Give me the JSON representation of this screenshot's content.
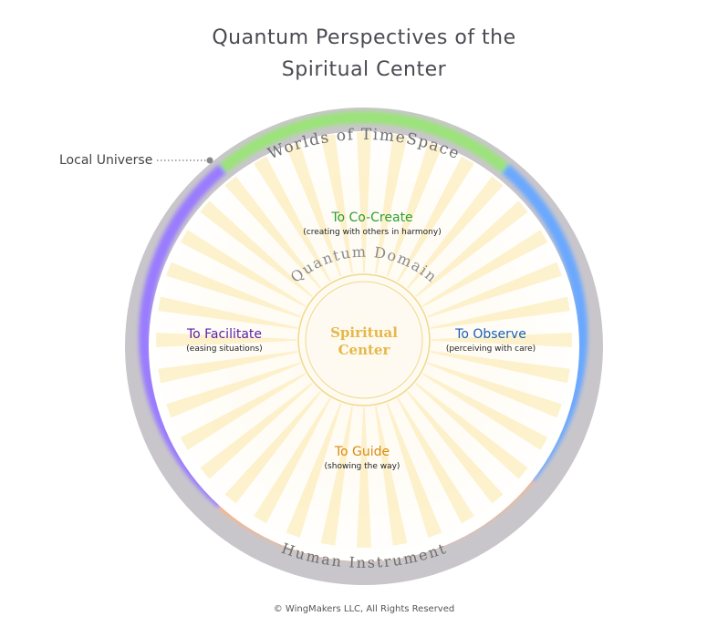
{
  "title": {
    "line1": "Quantum Perspectives of the",
    "line2": "Spiritual Center"
  },
  "callout": {
    "local_universe": "Local Universe"
  },
  "ring_labels": {
    "worlds": "Worlds of TimeSpace",
    "human": "Human Instrument",
    "quantum": "Quantum Domain"
  },
  "center": {
    "line1": "Spiritual",
    "line2": "Center"
  },
  "perspectives": {
    "co_create": {
      "title": "To  Co-Create",
      "desc": "(creating with others in harmony)"
    },
    "facilitate": {
      "title": "To Facilitate",
      "desc": "(easing situations)"
    },
    "observe": {
      "title": "To Observe",
      "desc": "(perceiving with care)"
    },
    "guide": {
      "title": "To Guide",
      "desc": "(showing the way)"
    }
  },
  "footer": "© WingMakers LLC, All Rights Reserved",
  "colors": {
    "outer_ring": "#c9c6cb",
    "green": "#2e9e2e",
    "blue": "#1b5fb0",
    "purple": "#5a1fa8",
    "orange": "#d98a10",
    "gold": "#e4b84a"
  }
}
